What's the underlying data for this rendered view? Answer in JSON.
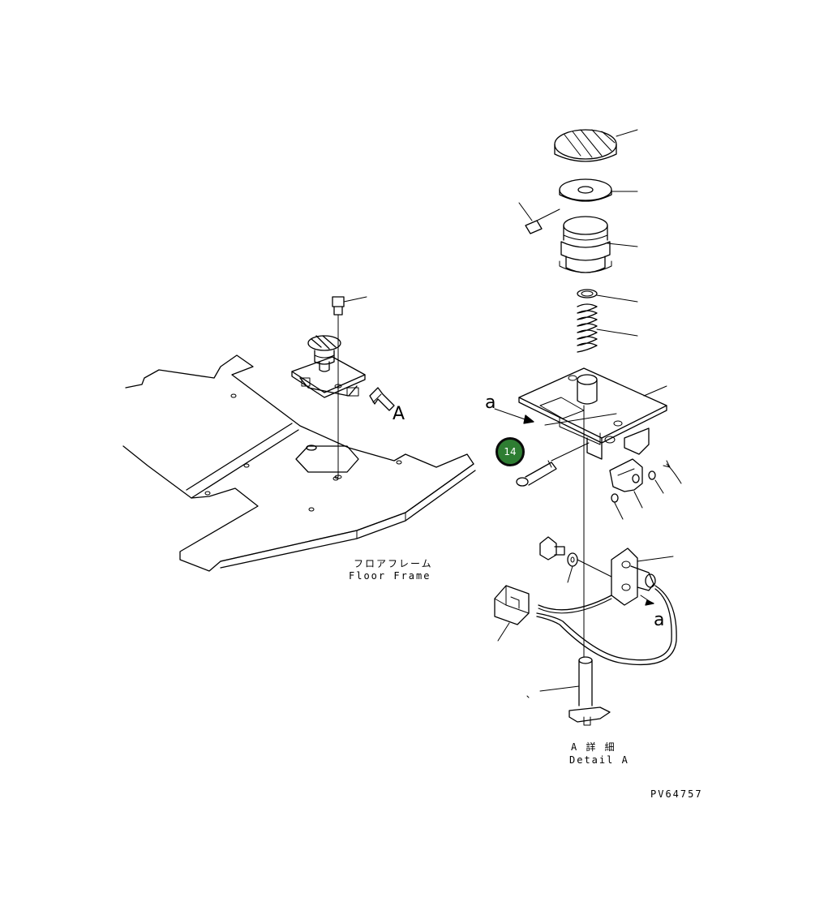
{
  "labels": {
    "view_arrow": "A",
    "floor_frame_jp": "フロアフレーム",
    "floor_frame_en": "Floor Frame",
    "section_a_top": "a",
    "section_a_bottom": "a",
    "detail_jp": "A 詳 細",
    "detail_en": "Detail A",
    "drawing_number": "PV64757"
  },
  "callouts": [
    {
      "number": "14",
      "color": "#2e7d32"
    }
  ],
  "colors": {
    "line": "#000000",
    "background": "#ffffff",
    "callout_fill": "#2e7d32"
  }
}
